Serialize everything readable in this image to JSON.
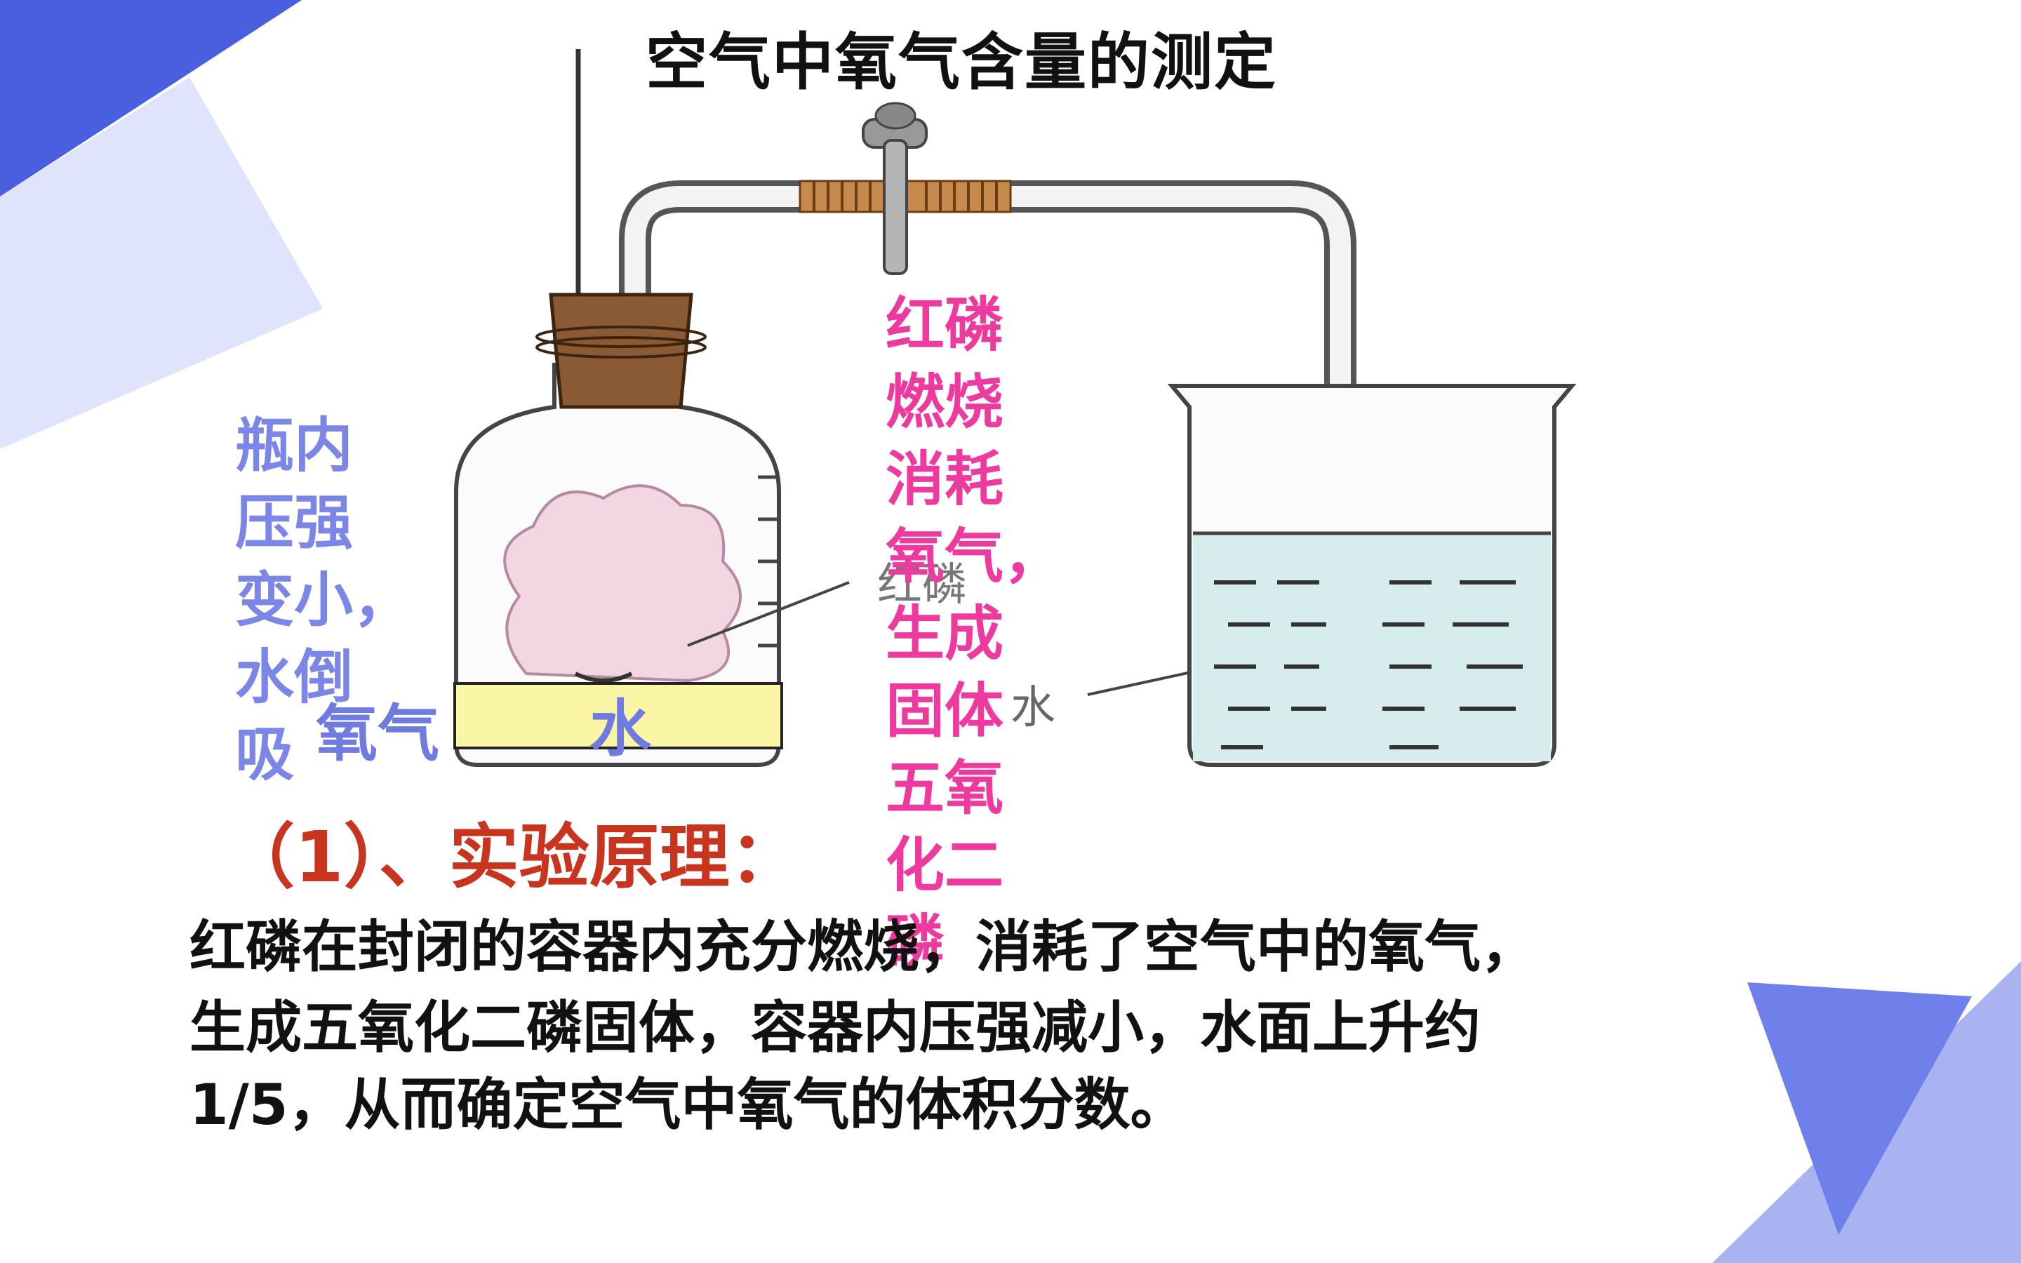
{
  "title": "空气中氧气含量的测定",
  "colors": {
    "accent_blue": "#4a5fe0",
    "label_blue": "#7b86e6",
    "label_pink": "#ee3a9e",
    "heading_red": "#c9341f",
    "box_yellow": "#faf6a6"
  },
  "notes": {
    "pressure_note": "瓶内\n压强\n变小，\n水倒\n吸",
    "reaction_note": "红磷\n燃烧\n消耗\n氧气，\n生成\n固体\n五氧\n化二\n磷"
  },
  "labels": {
    "oxygen": "氧气",
    "water_box": "水",
    "diagram_red_phosphorus": "红磷",
    "diagram_water": "水"
  },
  "section": {
    "heading": "（1）、实验原理：",
    "lines": [
      "红磷在封闭的容器内充分燃烧，消耗了空气中的氧气，",
      "生成五氧化二磷固体，容器内压强减小，水面上升约",
      "1/5，从而确定空气中氧气的体积分数。"
    ]
  }
}
